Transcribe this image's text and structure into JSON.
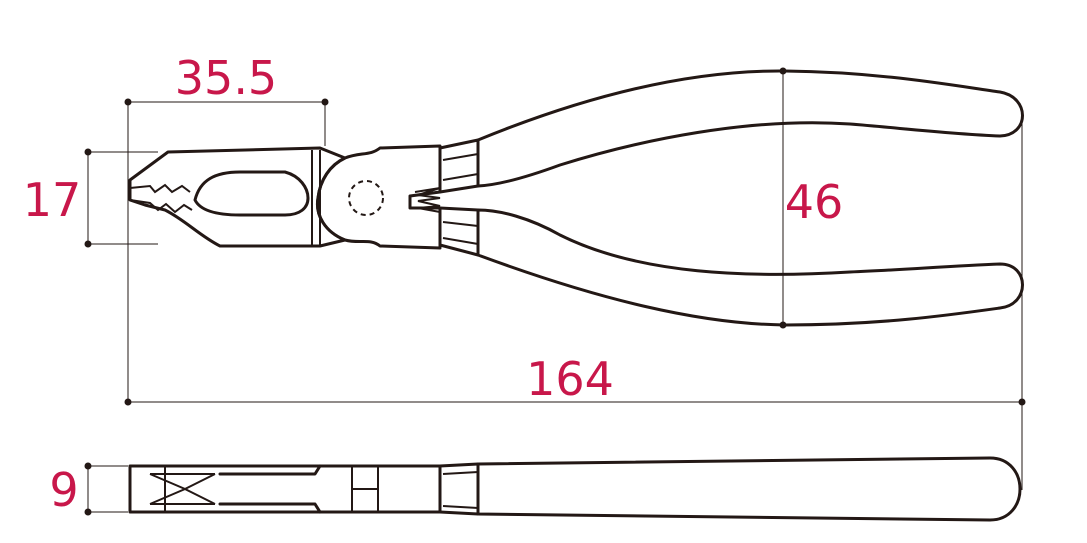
{
  "colors": {
    "dimension_text": "#c8174a",
    "line": "#231815",
    "background": "#ffffff"
  },
  "dimensions": {
    "jaw_length": "35.5",
    "jaw_height": "17",
    "handle_span": "46",
    "total_length": "164",
    "thickness": "9"
  }
}
